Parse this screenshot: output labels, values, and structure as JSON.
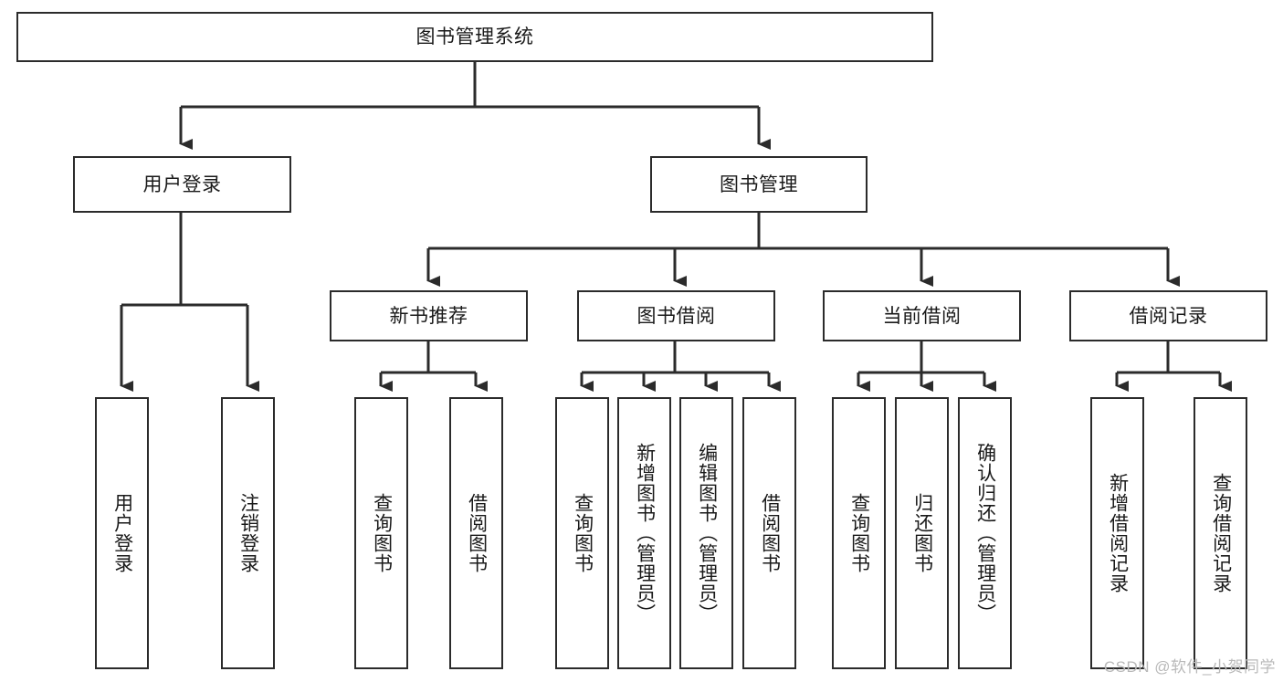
{
  "diagram": {
    "type": "tree-hierarchy",
    "title": "图书管理系统",
    "theme": {
      "background": "#ffffff",
      "box_border": "#2b2b2b",
      "box_fill": "#ffffff",
      "connector": "#2b2b2b",
      "text": "#1a1a1a",
      "watermark": "#b9b9b9"
    }
  },
  "nodes": {
    "root": {
      "label": "图书管理系统"
    },
    "level2": [
      {
        "id": "user-login",
        "label": "用户登录"
      },
      {
        "id": "book-manage",
        "label": "图书管理"
      }
    ],
    "level3": [
      {
        "id": "new-book-recommend",
        "label": "新书推荐"
      },
      {
        "id": "book-borrow",
        "label": "图书借阅"
      },
      {
        "id": "current-borrow",
        "label": "当前借阅"
      },
      {
        "id": "borrow-record",
        "label": "借阅记录"
      }
    ],
    "leaves": [
      {
        "id": "leaf-user-login",
        "label": "用户登录",
        "parent": "user-login"
      },
      {
        "id": "leaf-logout",
        "label": "注销登录",
        "parent": "user-login"
      },
      {
        "id": "leaf-query-book-1",
        "label": "查询图书",
        "parent": "new-book-recommend"
      },
      {
        "id": "leaf-borrow-book-1",
        "label": "借阅图书",
        "parent": "new-book-recommend"
      },
      {
        "id": "leaf-query-book-2",
        "label": "查询图书",
        "parent": "book-borrow"
      },
      {
        "id": "leaf-add-book",
        "label": "新增图书（管理员）",
        "parent": "book-borrow"
      },
      {
        "id": "leaf-edit-book",
        "label": "编辑图书（管理员）",
        "parent": "book-borrow"
      },
      {
        "id": "leaf-borrow-book-2",
        "label": "借阅图书",
        "parent": "book-borrow"
      },
      {
        "id": "leaf-query-book-3",
        "label": "查询图书",
        "parent": "current-borrow"
      },
      {
        "id": "leaf-return-book",
        "label": "归还图书",
        "parent": "current-borrow"
      },
      {
        "id": "leaf-confirm-return",
        "label": "确认归还（管理员）",
        "parent": "current-borrow"
      },
      {
        "id": "leaf-add-record",
        "label": "新增借阅记录",
        "parent": "borrow-record"
      },
      {
        "id": "leaf-query-record",
        "label": "查询借阅记录",
        "parent": "borrow-record"
      }
    ]
  },
  "watermark": {
    "text": "CSDN @软件_小贺同学"
  }
}
